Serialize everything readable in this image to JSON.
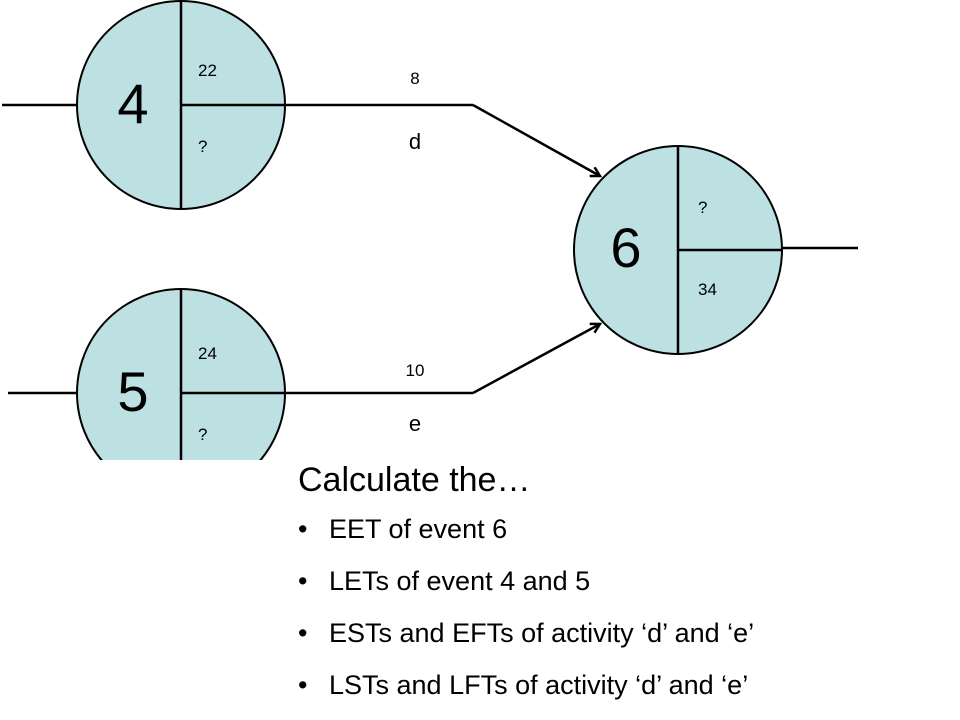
{
  "nodes": [
    {
      "id": "node-4",
      "number": "4",
      "top_value": "22",
      "bottom_value": "?"
    },
    {
      "id": "node-5",
      "number": "5",
      "top_value": "24",
      "bottom_value": "?"
    },
    {
      "id": "node-6",
      "number": "6",
      "top_value": "?",
      "bottom_value": "34"
    }
  ],
  "activities": [
    {
      "label": "d",
      "duration": "8",
      "from": "4",
      "to": "6"
    },
    {
      "label": "e",
      "duration": "10",
      "from": "5",
      "to": "6"
    }
  ],
  "task": {
    "heading": "Calculate the…",
    "bullet": "•",
    "items": [
      "EET of event 6",
      "LETs of event 4 and 5",
      "ESTs and EFTs of activity ‘d’ and ‘e’",
      "LSTs and LFTs of activity ‘d’ and ‘e’"
    ]
  },
  "colors": {
    "node_fill": "#bde0e3",
    "line": "#000000"
  }
}
